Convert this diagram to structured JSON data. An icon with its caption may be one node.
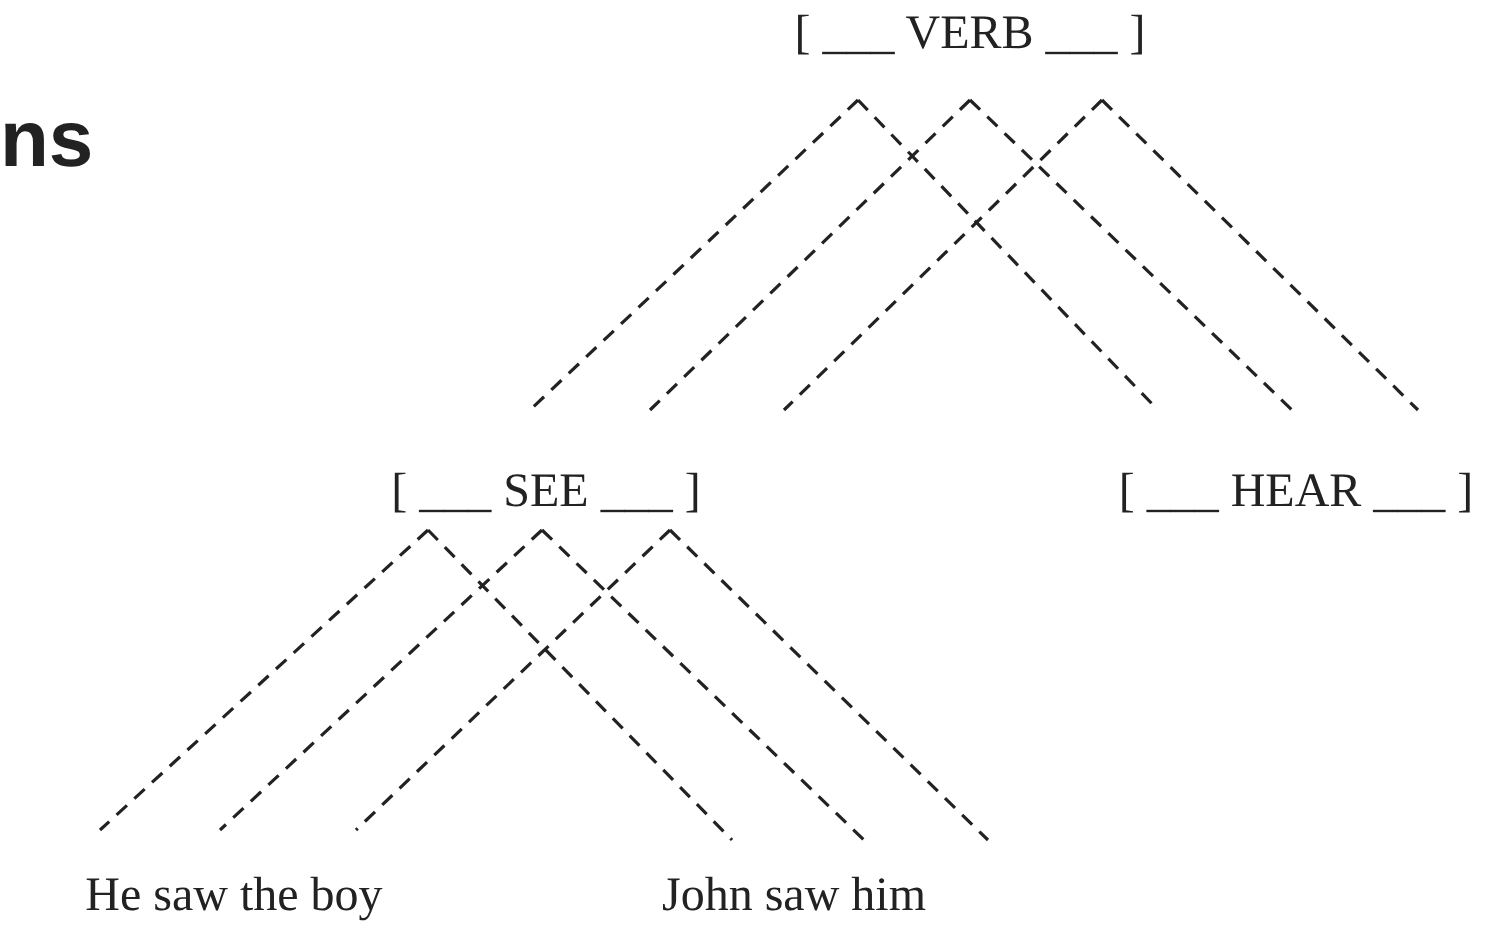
{
  "diagram": {
    "nodes": [
      {
        "text": [
          "[ ___ VERB ___ ]"
        ]
      },
      {
        "text": [
          "[ ___ SEE ___ ]"
        ]
      },
      {
        "text": [
          "[ ___ HEAR ___ ]"
        ]
      },
      {
        "text": [
          "He saw the boy"
        ]
      },
      {
        "text": [
          "John saw him"
        ]
      }
    ],
    "edges": [
      {
        "from": 0,
        "to": 1,
        "arrow": "none",
        "style": "dashed"
      },
      {
        "from": 0,
        "to": 1,
        "arrow": "none",
        "style": "dashed"
      },
      {
        "from": 0,
        "to": 1,
        "arrow": "none",
        "style": "dashed"
      },
      {
        "from": 0,
        "to": 2,
        "arrow": "none",
        "style": "dashed"
      },
      {
        "from": 0,
        "to": 2,
        "arrow": "none",
        "style": "dashed"
      },
      {
        "from": 0,
        "to": 2,
        "arrow": "none",
        "style": "dashed"
      },
      {
        "from": 1,
        "to": 3,
        "arrow": "none",
        "style": "dashed"
      },
      {
        "from": 1,
        "to": 3,
        "arrow": "none",
        "style": "dashed"
      },
      {
        "from": 1,
        "to": 3,
        "arrow": "none",
        "style": "dashed"
      },
      {
        "from": 1,
        "to": 4,
        "arrow": "none",
        "style": "dashed"
      },
      {
        "from": 1,
        "to": 4,
        "arrow": "none",
        "style": "dashed"
      },
      {
        "from": 1,
        "to": 4,
        "arrow": "none",
        "style": "dashed"
      }
    ],
    "labels": [
      "ns"
    ]
  }
}
